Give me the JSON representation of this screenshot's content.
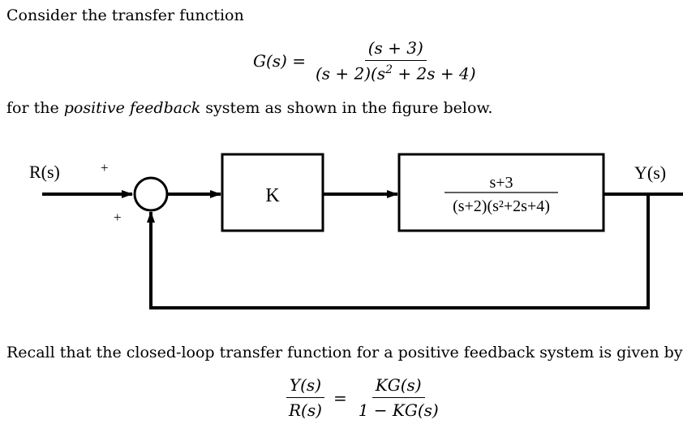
{
  "intro": {
    "line1": "Consider the transfer function",
    "line2_prefix": "for the ",
    "line2_emph": "positive feedback",
    "line2_suffix": " system as shown in the figure below."
  },
  "equation_g": {
    "lhs": "G(s) =",
    "numerator": "(s + 3)",
    "denominator_part1": "(s + 2)(s",
    "denominator_exp": "2",
    "denominator_part2": " + 2s + 4)"
  },
  "diagram": {
    "input_label": "R(s)",
    "output_label": "Y(s)",
    "sum_sign_top": "+",
    "sum_sign_bottom": "+",
    "gain_label": "K",
    "plant_numerator": "s+3",
    "plant_denominator": "(s+2)(s²+2s+4)"
  },
  "recall": {
    "text": "Recall that the closed-loop transfer function for a positive feedback system is given by"
  },
  "equation_cl": {
    "lhs_num": "Y(s)",
    "lhs_den": "R(s)",
    "eq": "=",
    "rhs_num": "KG(s)",
    "rhs_den": "1 − KG(s)"
  }
}
